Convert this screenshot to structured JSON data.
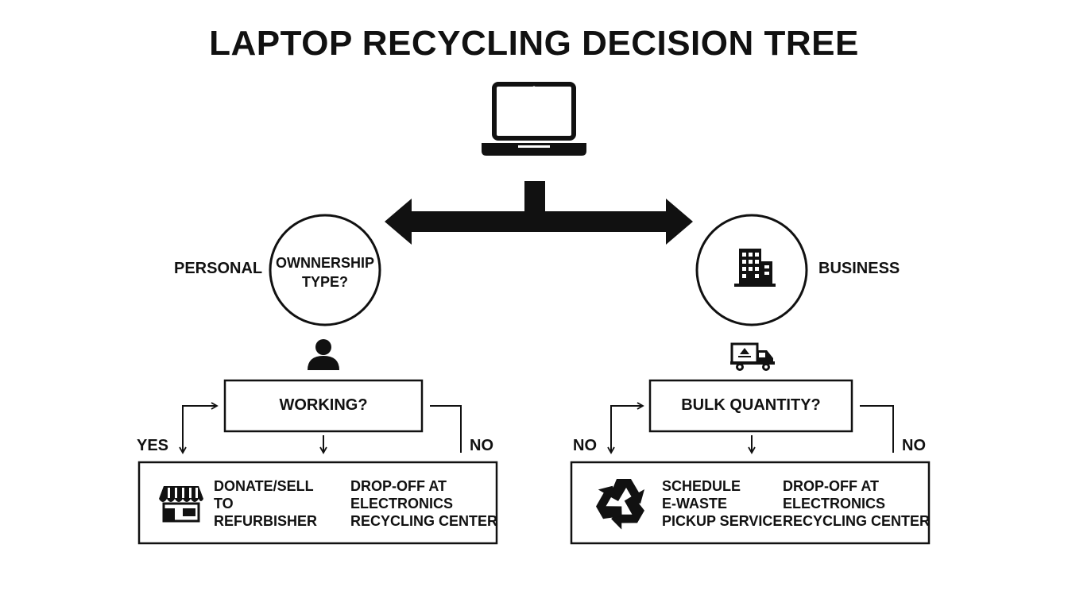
{
  "title": "LAPTOP RECYCLING DECISION TREE",
  "icons": {
    "root": "laptop-icon",
    "business": "office-building-icon",
    "personal": "person-icon",
    "truck": "recycling-truck-icon",
    "shop": "storefront-icon",
    "recycle": "recycle-icon"
  },
  "root_question": {
    "line1": "OWNNERSHIP",
    "line2": "TYPE?"
  },
  "branches": {
    "left_label": "PERSONAL",
    "right_label": "BUSINESS"
  },
  "personal": {
    "question": "WORKING?",
    "yes_label": "YES",
    "no_label": "NO",
    "outcome_yes": "DONATE/SELL\nTO\nREFURBISHER",
    "outcome_no": "DROP-OFF AT\nELECTRONICS\nRECYCLING CENTER"
  },
  "business": {
    "question": "BULK QUANTITY?",
    "left_label": "NO",
    "right_label": "NO",
    "outcome_left": "SCHEDULE\nE-WASTE\nPICKUP SERVICE",
    "outcome_right": "DROP-OFF AT\nELECTRONICS\nRECYCLING CENTER"
  }
}
